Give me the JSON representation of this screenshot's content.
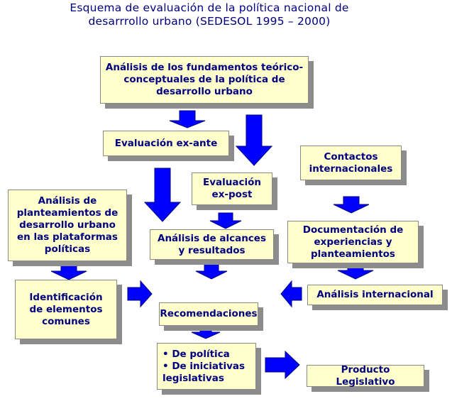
{
  "title": {
    "line1": "Esquema de evaluación de la política nacional de",
    "line2": "desarrrollo urbano (SEDESOL 1995 – 2000)"
  },
  "nodes": {
    "fundamentos": [
      "Análisis de los fundamentos teórico-",
      "conceptuales de la política de",
      "desarrollo urbano"
    ],
    "ex_ante": [
      "Evaluación ex-ante"
    ],
    "contactos": [
      "Contactos",
      "internacionales"
    ],
    "ex_post": [
      "Evaluación",
      "ex-post"
    ],
    "plataformas": [
      "Análisis de",
      "planteamientos de",
      "desarrollo urbano",
      "en las plataformas",
      "políticas"
    ],
    "alcances": [
      "Análisis de alcances",
      "y resultados"
    ],
    "documentacion": [
      "Documentación de",
      "experiencias y",
      "planteamientos"
    ],
    "identificacion": [
      "Identificación",
      "de elementos",
      "comunes"
    ],
    "analisis_internacional": [
      "Análisis internacional"
    ],
    "recomendaciones": [
      "Recomendaciones"
    ],
    "politica_lines": [
      "• De política",
      "• De iniciativas",
      "legislativas"
    ],
    "producto": [
      "Producto Legislativo"
    ]
  },
  "colors": {
    "box_fill": "#ffffcc",
    "text": "#000080",
    "arrow": "#0000ff",
    "shadow": "#8c8c8c"
  }
}
